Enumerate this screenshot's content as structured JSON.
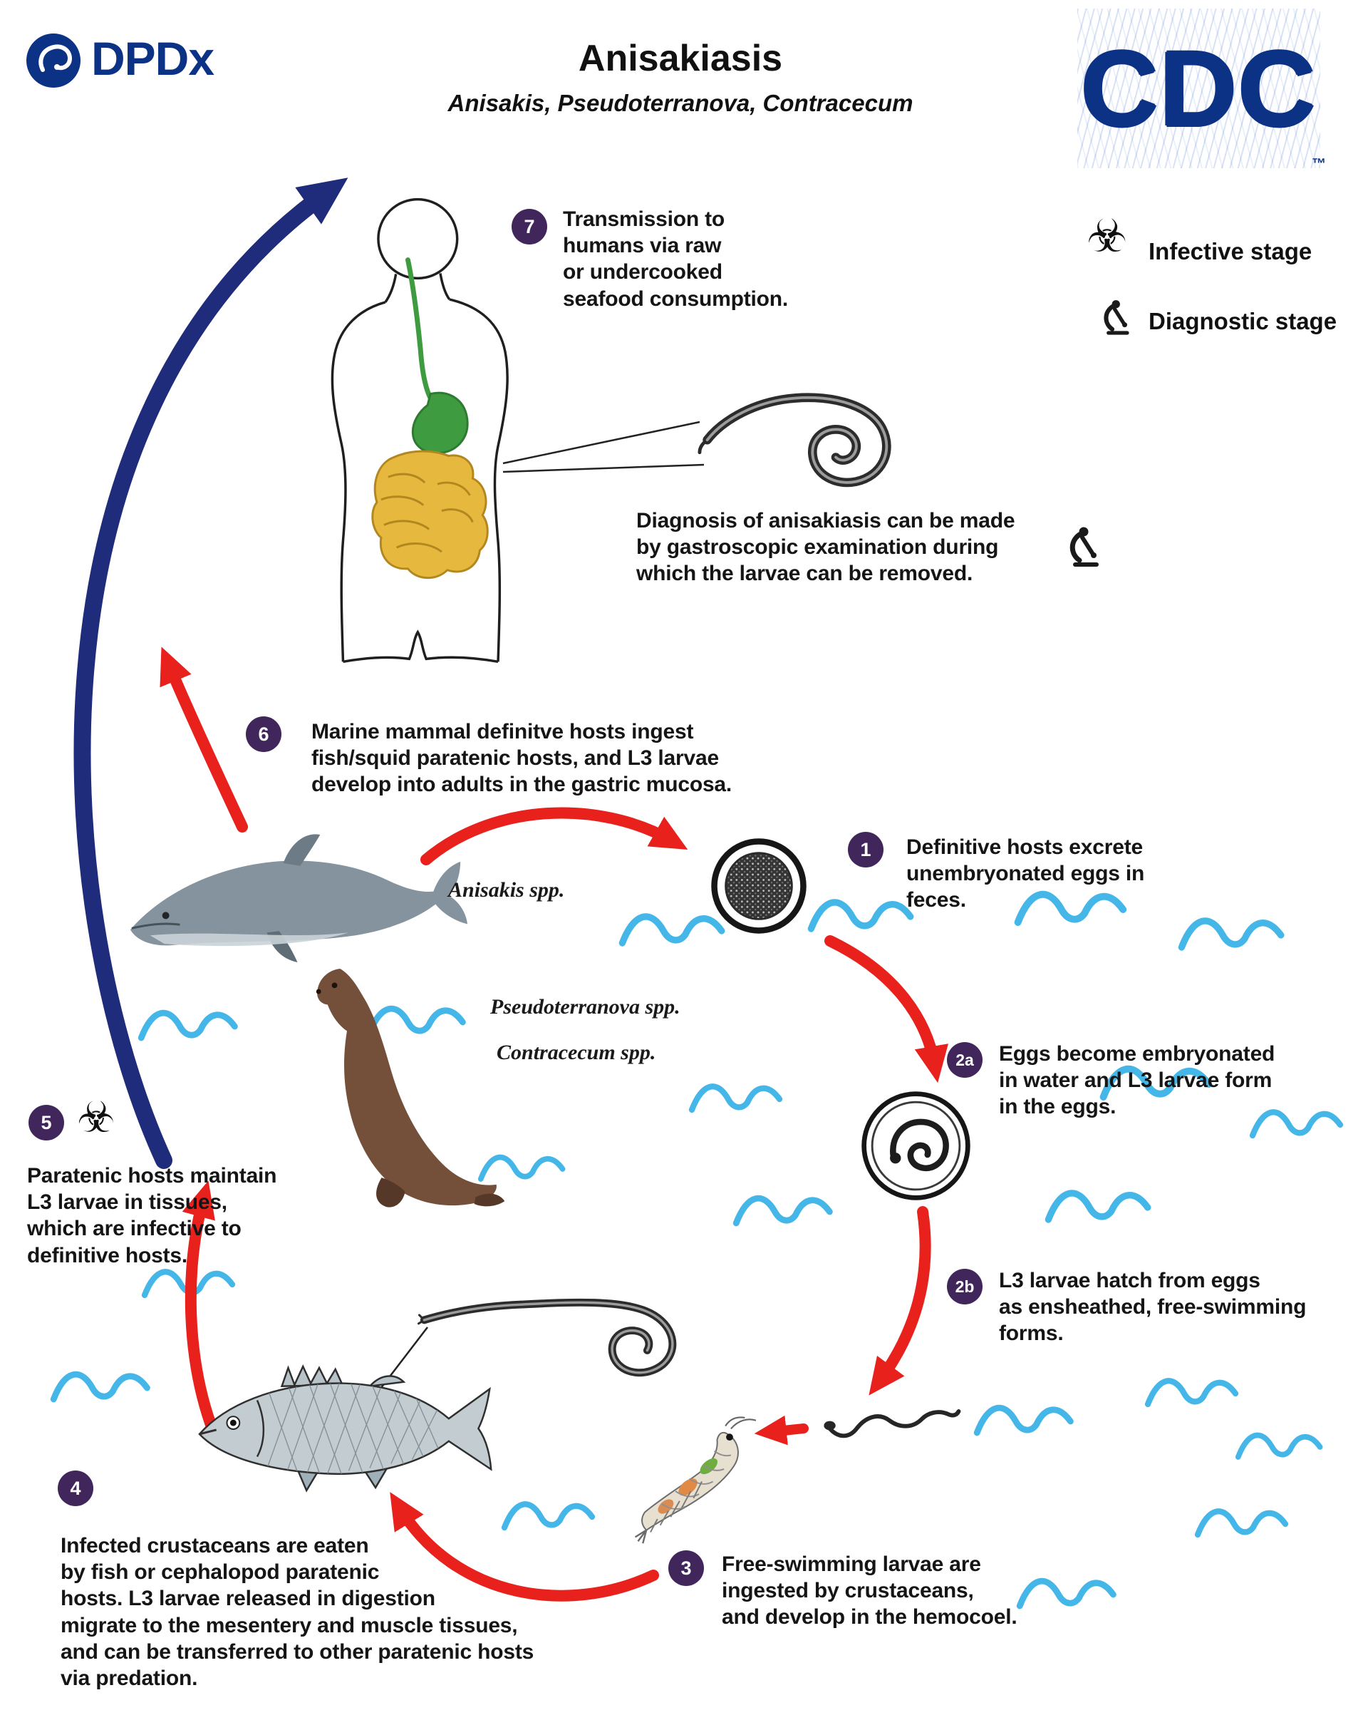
{
  "header": {
    "dpdx_text": "DPDx",
    "title": "Anisakiasis",
    "subtitle": "Anisakis, Pseudoterranova, Contracecum",
    "cdc_text": "CDC",
    "cdc_tm": "™"
  },
  "legend": {
    "biohazard_glyph": "☣",
    "infective_label": "Infective stage",
    "diagnostic_label": "Diagnostic stage"
  },
  "steps": {
    "s1": {
      "num": "1",
      "text": "Definitive hosts excrete\nunembryonated eggs in\nfeces."
    },
    "s2a": {
      "num": "2a",
      "text": "Eggs become embryonated\nin water and L3 larvae form\nin the eggs."
    },
    "s2b": {
      "num": "2b",
      "text": "L3 larvae hatch from eggs\nas ensheathed, free-swimming\nforms."
    },
    "s3": {
      "num": "3",
      "text": "Free-swimming larvae are\ningested by crustaceans,\nand develop in the hemocoel."
    },
    "s4": {
      "num": "4",
      "text": "Infected crustaceans are eaten\nby fish or cephalopod paratenic\nhosts. L3 larvae released in digestion\nmigrate to the mesentery and muscle tissues,\nand can be transferred to other paratenic hosts\nvia predation."
    },
    "s5": {
      "num": "5",
      "text": "Paratenic hosts maintain\nL3 larvae in tissues,\nwhich are infective to\ndefinitive hosts."
    },
    "s6": {
      "num": "6",
      "text": "Marine mammal definitve hosts ingest\nfish/squid paratenic hosts, and L3 larvae\ndevelop into adults in the gastric mucosa."
    },
    "s7": {
      "num": "7",
      "text": "Transmission to\nhumans via raw\nor undercooked\nseafood consumption."
    }
  },
  "notes": {
    "diagnosis": "Diagnosis of anisakiasis can be made\nby gastroscopic examination during\nwhich the larvae can be removed."
  },
  "species_labels": {
    "anisakis": "Anisakis spp.",
    "pseudoterranova": "Pseudoterranova spp.",
    "contracecum": "Contracecum spp."
  },
  "colors": {
    "purple": "#41265c",
    "red": "#e8211d",
    "navy": "#1f2b7b",
    "wave": "#45b6e8",
    "brand": "#0c3286",
    "gi-green": "#3e9b3f",
    "gi-yellow": "#e6b83e"
  }
}
